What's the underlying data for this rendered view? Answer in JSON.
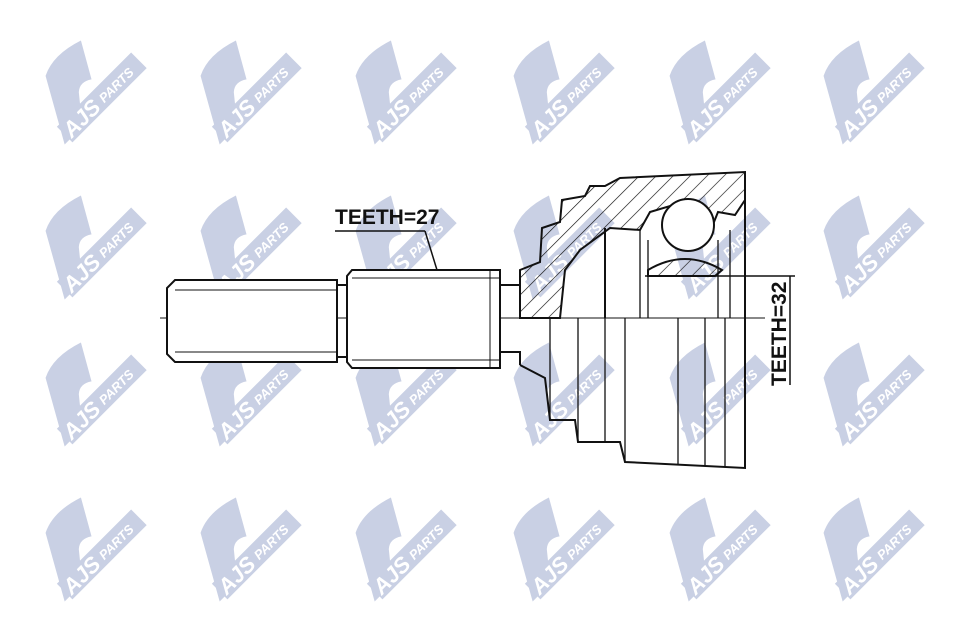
{
  "watermark": {
    "brand": "AJS",
    "sub": "PARTS",
    "color": "#c9d0e4"
  },
  "drawing": {
    "labels": {
      "shaft_teeth": "TEETH=27",
      "housing_teeth": "TEETH=32"
    },
    "line_color": "#111111"
  }
}
